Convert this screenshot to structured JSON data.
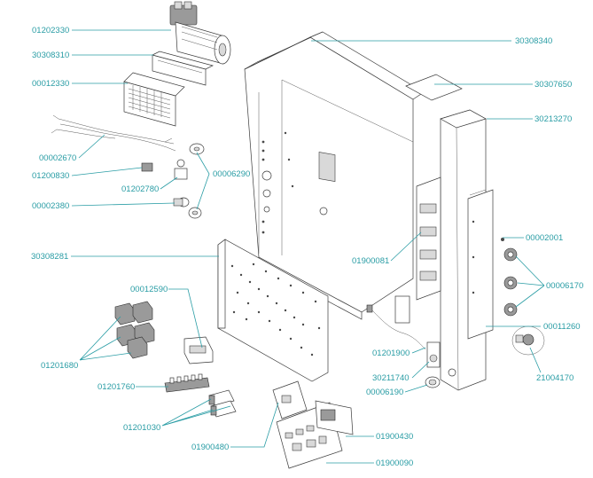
{
  "accent_color": "#2a9da5",
  "labels": {
    "p01202330": "01202330",
    "p30308310": "30308310",
    "p00012330": "00012330",
    "p00002670": "00002670",
    "p01200830": "01200830",
    "p01202780": "01202780",
    "p00006290": "00006290",
    "p00002380": "00002380",
    "p30308281": "30308281",
    "p00012590": "00012590",
    "p01201680": "01201680",
    "p01201760": "01201760",
    "p01201030": "01201030",
    "p01900480": "01900480",
    "p30308340": "30308340",
    "p30307650": "30307650",
    "p30213270": "30213270",
    "p00002001": "00002001",
    "p00006170": "00006170",
    "p00011260": "00011260",
    "p21004170": "21004170",
    "p01900081": "01900081",
    "p01201900": "01201900",
    "p30211740": "30211740",
    "p00006190": "00006190",
    "p01900430": "01900430",
    "p01900090": "01900090"
  }
}
